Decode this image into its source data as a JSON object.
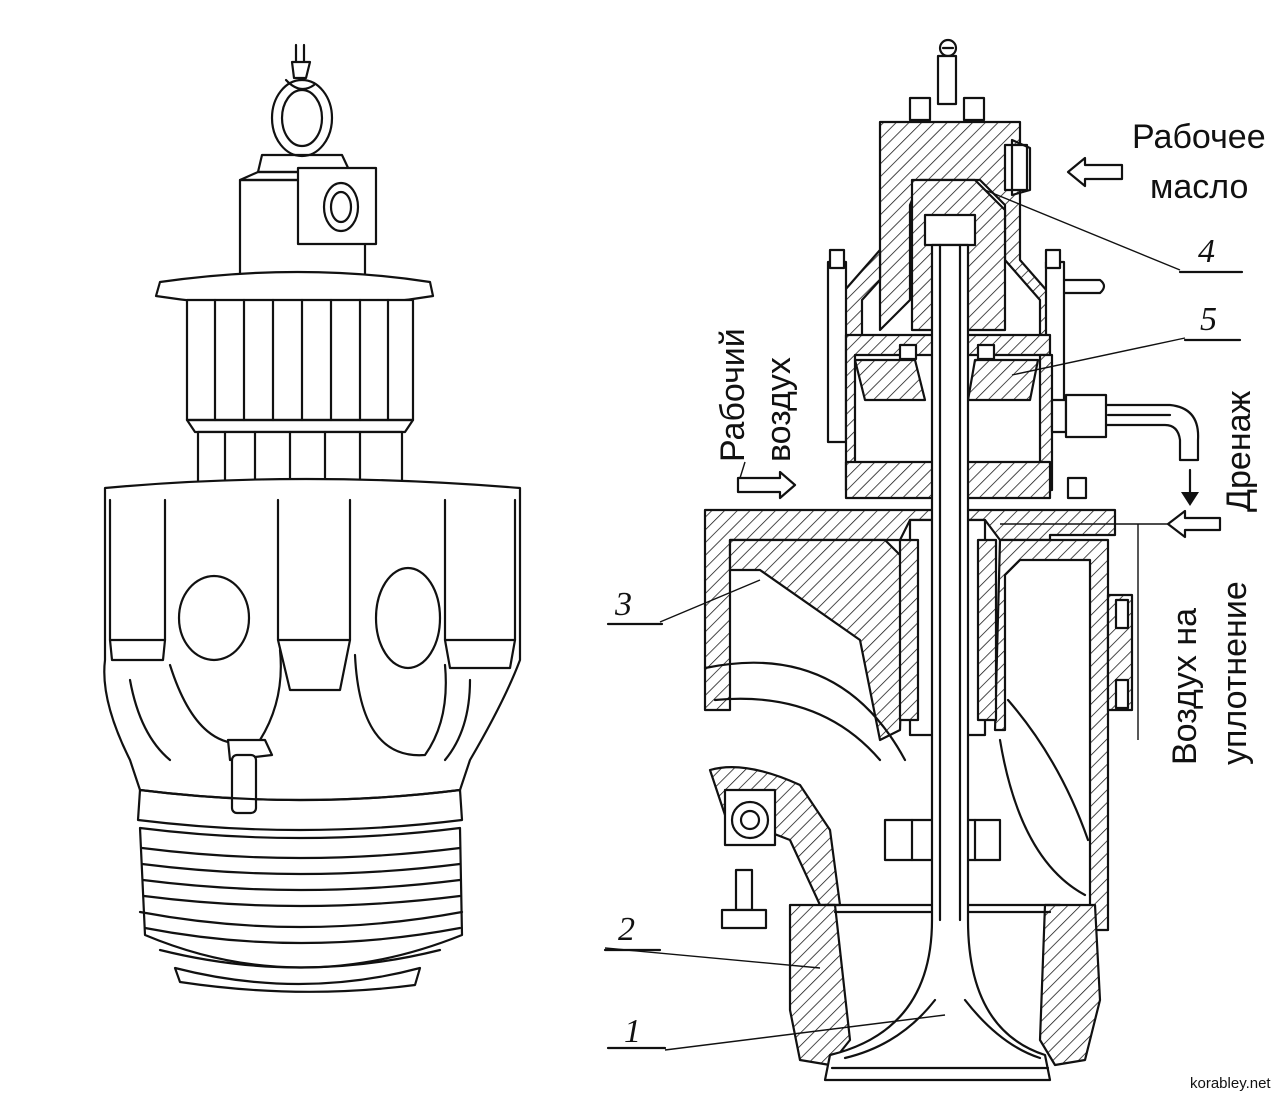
{
  "labels": {
    "working_oil": [
      "Рабочее",
      "масло"
    ],
    "working_air": [
      "Рабочий",
      "воздух"
    ],
    "drainage": "Дренаж",
    "seal_air": [
      "Воздух на",
      "уплотнение"
    ]
  },
  "callouts": [
    "1",
    "2",
    "3",
    "4",
    "5"
  ],
  "watermark": "korabley.net"
}
